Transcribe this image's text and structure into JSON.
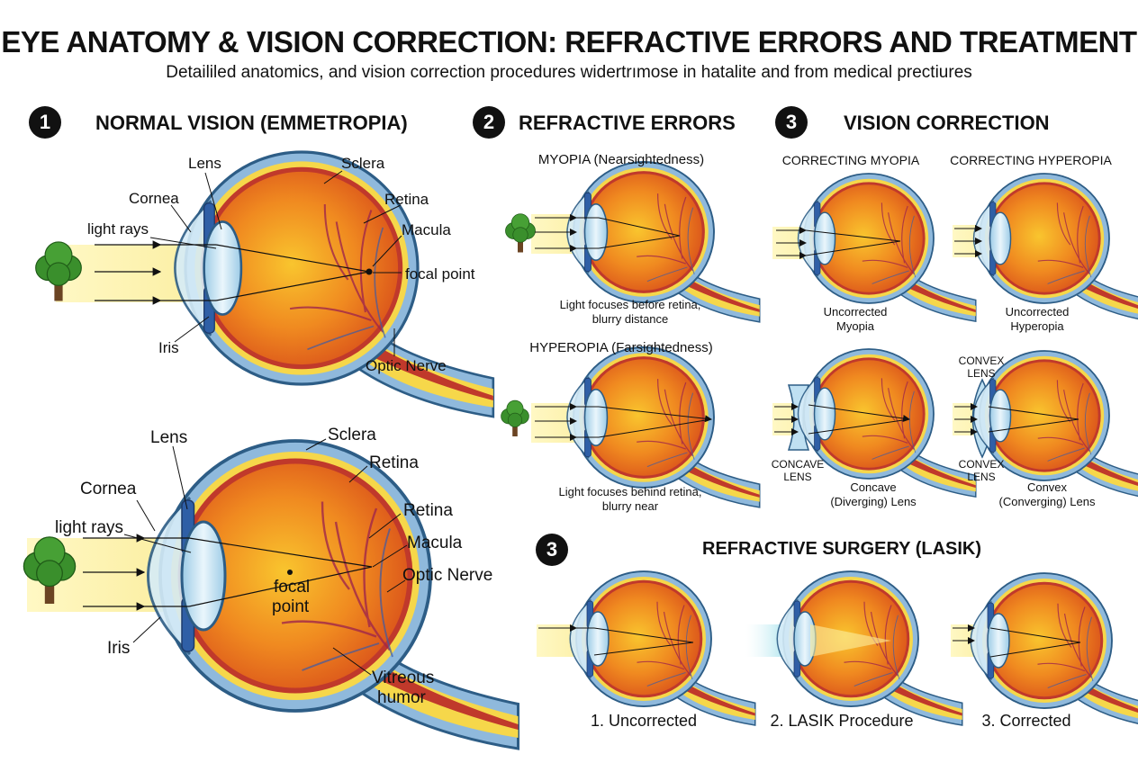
{
  "header": {
    "title": "EYE ANATOMY & VISION CORRECTION: REFRACTIVE ERRORS AND TREATMENT",
    "subtitle": "Detaililed anatomics, and vision correction procedures widertrımose in hatalite and from medical prectiures"
  },
  "section1": {
    "number": "1",
    "heading": "NORMAL VISION (EMMETROPIA)",
    "top_labels": {
      "lens": "Lens",
      "sclera": "Sclera",
      "cornea": "Cornea",
      "retina": "Retina",
      "light_rays": "light rays",
      "macula": "Macula",
      "focal_point": "focal point",
      "iris": "Iris",
      "optic_nerve": "Optic Nerve"
    },
    "bottom_labels": {
      "lens": "Lens",
      "sclera": "Sclera",
      "retina_outer": "Retina",
      "cornea": "Cornea",
      "retina_inner": "Retina",
      "light_rays": "light rays",
      "macula": "Macula",
      "optic_nerve": "Optic Nerve",
      "focal_point_1": "focal",
      "focal_point_2": "point",
      "iris": "Iris",
      "vitreous_1": "Vitreous",
      "vitreous_2": "humor"
    }
  },
  "section2": {
    "number": "2",
    "heading": "REFRACTIVE ERRORS",
    "myopia": {
      "title": "MYOPIA (Nearsightedness)",
      "caption_1": "Light focuses before retina,",
      "caption_2": "blurry distance"
    },
    "hyperopia": {
      "title": "HYPEROPIA (Farsightedness)",
      "caption_1": "Light focuses behind retina,",
      "caption_2": "blurry near"
    }
  },
  "section3": {
    "number": "3",
    "heading": "VISION CORRECTION",
    "myopia_col": {
      "title": "CORRECTING MYOPIA",
      "uncorrected_1": "Uncorrected",
      "uncorrected_2": "Myopia",
      "lens_label_1": "CONCAVE",
      "lens_label_2": "LENS",
      "corrected_1": "Concave",
      "corrected_2": "(Diverging) Lens"
    },
    "hyperopia_col": {
      "title": "CORRECTING HYPEROPIA",
      "uncorrected_1": "Uncorrected",
      "uncorrected_2": "Hyperopia",
      "lens_top_1": "CONVEX",
      "lens_top_2": "LENS",
      "lens_label_1": "CONVEX",
      "lens_label_2": "LENS",
      "corrected_1": "Convex",
      "corrected_2": "(Converging) Lens"
    }
  },
  "section4": {
    "number": "3",
    "heading": "REFRACTIVE SURGERY (LASIK)",
    "steps": [
      "1. Uncorrected",
      "2. LASIK Procedure",
      "3. Corrected"
    ]
  },
  "colors": {
    "sclera": "#8fb9dc",
    "choroid": "#c0392b",
    "vitreous": "#e8731d",
    "light_beam": "#fbf3b0",
    "lens": "#cfe6f3",
    "tree": "#3a8f2c"
  }
}
